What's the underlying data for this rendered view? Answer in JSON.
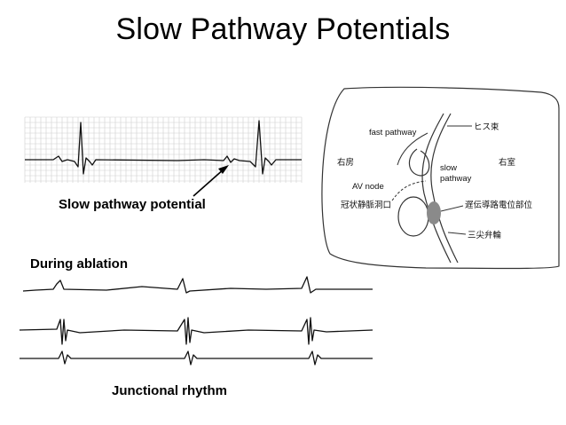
{
  "slide": {
    "title": "Slow Pathway Potentials"
  },
  "ecg_top": {
    "annotation": "Slow pathway potential"
  },
  "ablation": {
    "heading": "During ablation",
    "caption": "Junctional rhythm"
  },
  "heart_diagram": {
    "labels": {
      "fast_pathway": "fast pathway",
      "his_bundle": "ヒス束",
      "right_atrium": "右房",
      "right_ventricle": "右室",
      "slow_pathway_line1": "slow",
      "slow_pathway_line2": "pathway",
      "av_node": "AV node",
      "coronary_sinus": "冠状静脈洞口",
      "slow_conduction_site": "遅伝導路電位部位",
      "tricuspid_valve": "三尖弁輪"
    }
  }
}
